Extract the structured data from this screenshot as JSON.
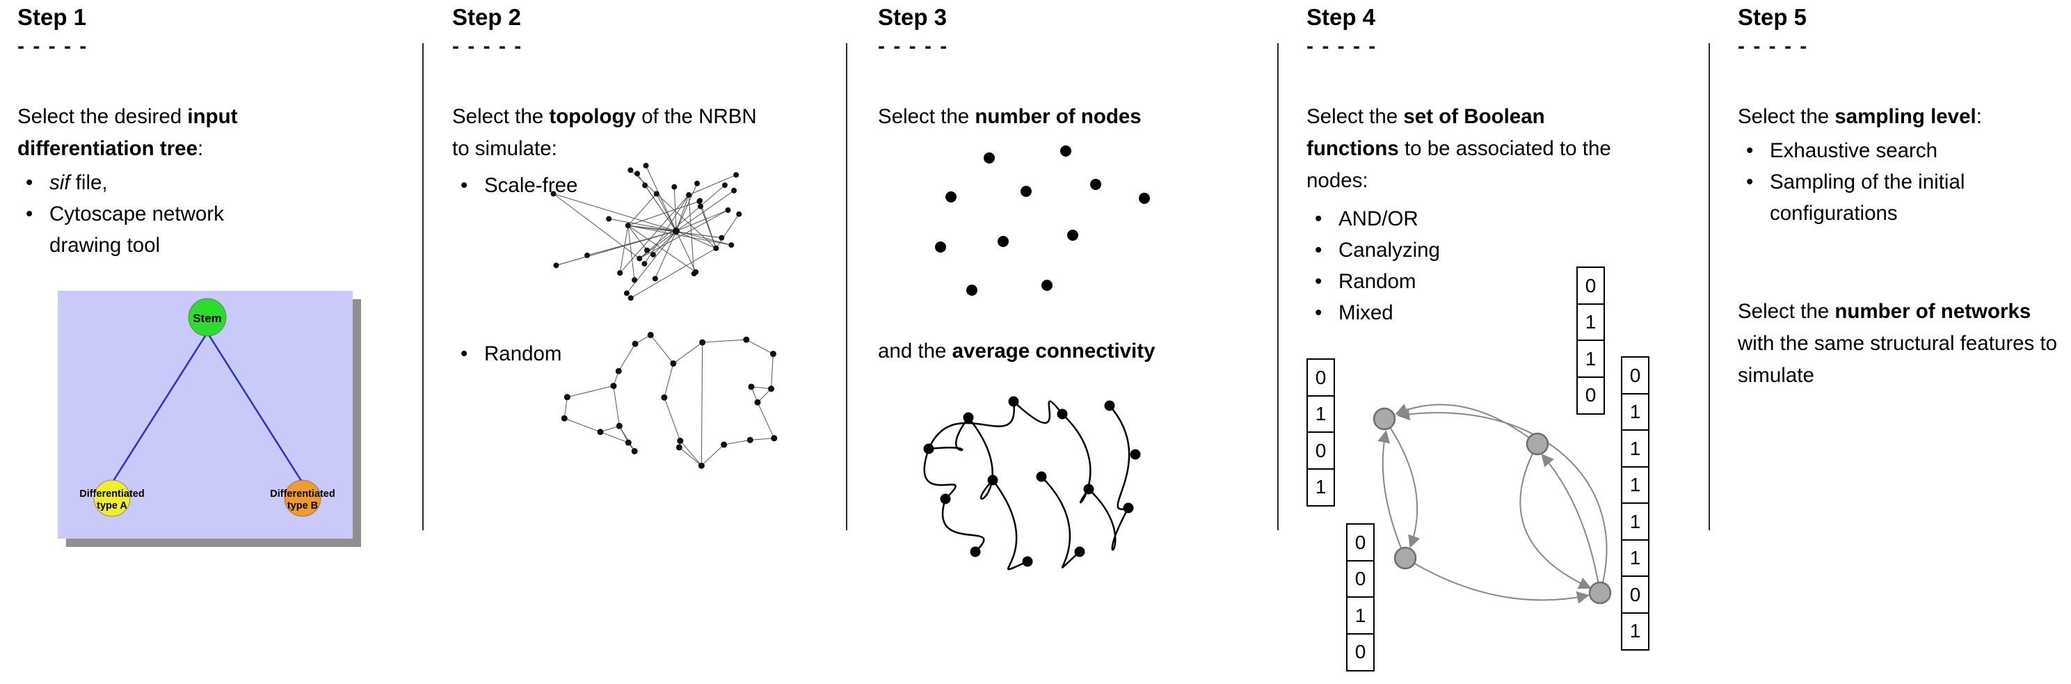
{
  "steps": [
    {
      "title": "Step 1",
      "dashes": "- - - - -",
      "intro": {
        "pre": "Select the desired ",
        "bold": "input differentiation tree",
        "post": ":"
      },
      "bullets": [
        {
          "italic": "sif",
          "text": " file,"
        },
        {
          "text": "Cytoscape network drawing tool"
        }
      ],
      "tree": {
        "root_label": "Stem",
        "left_label_line1": "Differentiated",
        "left_label_line2": "type A",
        "right_label_line1": "Differentiated",
        "right_label_line2": "type B",
        "colors": {
          "panel": "#c9c9fa",
          "shadow": "#8f8f8f",
          "root": "#2edc2e",
          "left": "#f0ee30",
          "right": "#ef9b2d",
          "edge": "#2233cc"
        }
      }
    },
    {
      "title": "Step 2",
      "dashes": "- - - - -",
      "intro": {
        "pre": "Select the ",
        "bold": "topology",
        "post": " of the NRBN to simulate:"
      },
      "bullets": [
        {
          "text": "Scale-free"
        },
        {
          "text": "Random"
        }
      ]
    },
    {
      "title": "Step 3",
      "dashes": "- - - - -",
      "line1": {
        "pre": "Select the ",
        "bold": "number of nodes",
        "post": ""
      },
      "line2": {
        "pre": "and the ",
        "bold": "average connectivity",
        "post": ""
      }
    },
    {
      "title": "Step 4",
      "dashes": "- - - - -",
      "intro": {
        "pre": "Select the ",
        "bold": "set of Boolean functions",
        "post": " to be associated to the nodes:"
      },
      "bullets": [
        {
          "text": "AND/OR"
        },
        {
          "text": "Canalyzing"
        },
        {
          "text": "Random"
        },
        {
          "text": "Mixed"
        }
      ],
      "truth_tables": {
        "left": [
          "0",
          "1",
          "0",
          "1"
        ],
        "top": [
          "0",
          "1",
          "1",
          "0"
        ],
        "bottom": [
          "0",
          "0",
          "1",
          "0"
        ],
        "right": [
          "0",
          "1",
          "1",
          "1",
          "1",
          "1",
          "0",
          "1"
        ]
      }
    },
    {
      "title": "Step 5",
      "dashes": "- - - - -",
      "intro": {
        "pre": "Select the ",
        "bold": "sampling level",
        "post": ":"
      },
      "bullets": [
        {
          "text": "Exhaustive search"
        },
        {
          "text": "Sampling of the initial configurations"
        }
      ],
      "paragraph2": {
        "pre": "Select the ",
        "bold": "number of networks",
        "post": " with the same structural features to simulate"
      }
    }
  ]
}
